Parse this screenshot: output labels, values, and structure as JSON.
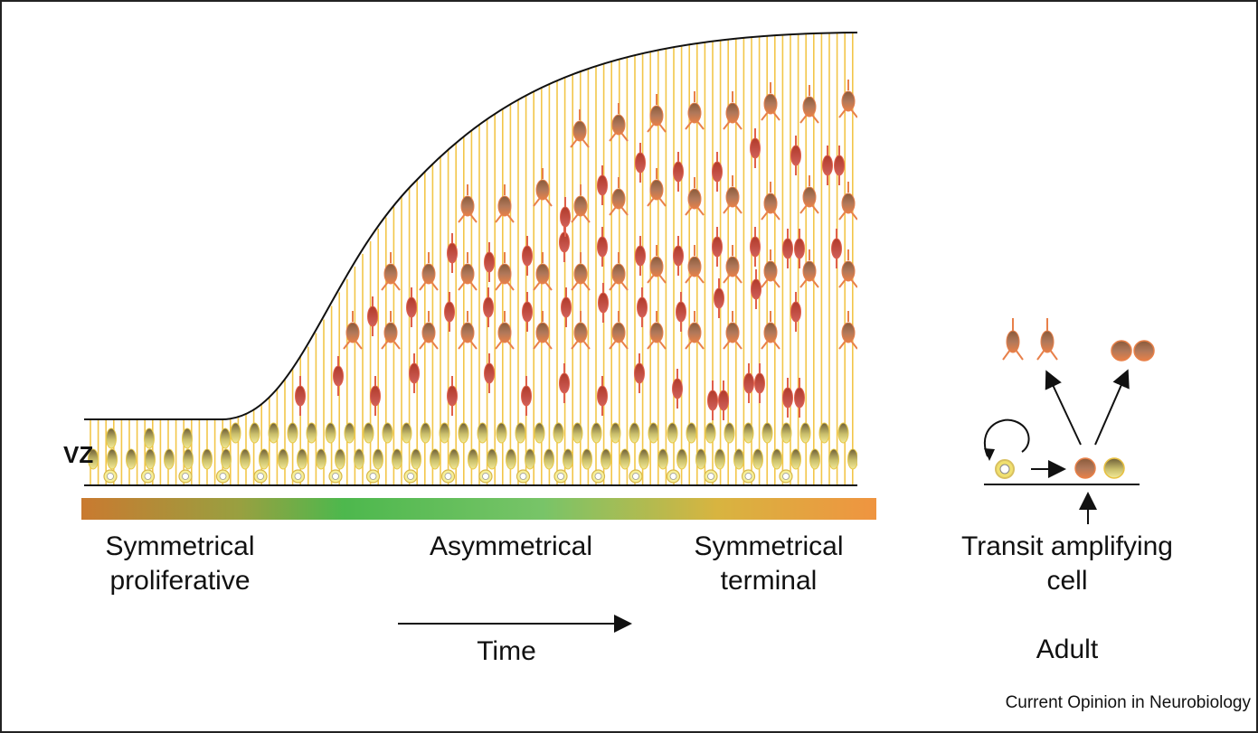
{
  "labels": {
    "vz": "VZ",
    "symmetrical_proliferative": "Symmetrical\nproliferative",
    "asymmetrical": "Asymmetrical",
    "symmetrical_terminal": "Symmetrical\nterminal",
    "time": "Time",
    "transit_amplifying": "Transit amplifying\ncell",
    "adult": "Adult",
    "credit": "Current Opinion in Neurobiology"
  },
  "colors": {
    "radial_fiber": "#f2c64a",
    "progenitor_light": "#ece38a",
    "progenitor_dark": "#7a6a3a",
    "neuron_body": "#c86a3a",
    "neuron_process": "#e8804a",
    "gradient": [
      "#c97a30",
      "#4db84d",
      "#74c264",
      "#e0b040",
      "#ef9440"
    ]
  }
}
